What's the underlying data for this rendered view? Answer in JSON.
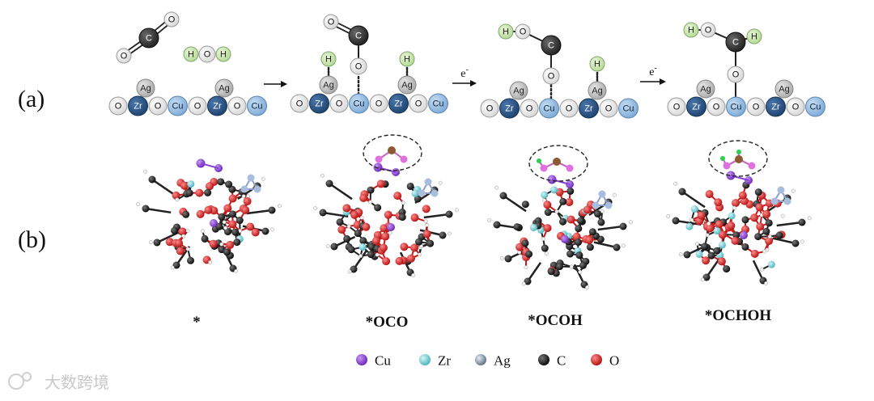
{
  "panels": {
    "a": "(a)",
    "b": "(b)"
  },
  "atom_labels": {
    "O": "O",
    "C": "C",
    "H": "H",
    "Zr": "Zr",
    "Cu": "Cu",
    "Ag": "Ag"
  },
  "electron_label": "e",
  "electron_sup": "-",
  "steps": [
    "*",
    "*OCO",
    "*OCOH",
    "*OCHOH"
  ],
  "legend": [
    {
      "label": "Cu",
      "color": "#8a3fd6"
    },
    {
      "label": "Zr",
      "color": "#66c8cf"
    },
    {
      "label": "Ag",
      "color": "#8596a8"
    },
    {
      "label": "C",
      "color": "#111111"
    },
    {
      "label": "O",
      "color": "#d81e1e"
    }
  ],
  "watermark": "大数跨境",
  "colors": {
    "O": "#f0f0f0",
    "Zr": "#2e5a8c",
    "Cu": "#9cc2e6",
    "Ag": "#c8c8c8",
    "C": "#3a3a3a",
    "H": "#cfe7b4"
  }
}
